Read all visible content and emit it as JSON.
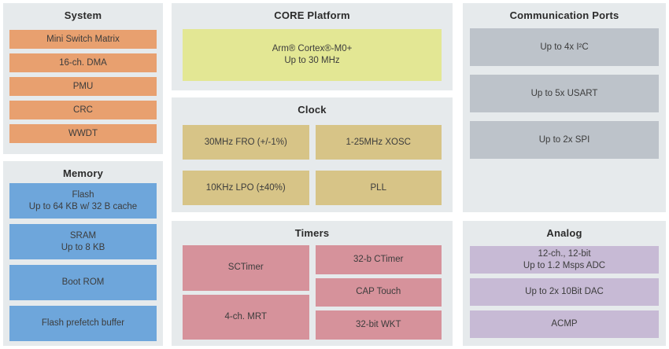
{
  "colors": {
    "panel_bg": "#E6EAEC",
    "system_block": "#E8A06F",
    "memory_block": "#6EA6DB",
    "core_block": "#E3E794",
    "clock_block": "#D7C487",
    "timers_block": "#D6929B",
    "comm_block": "#BDC3CA",
    "analog_block": "#C7BAD5"
  },
  "panels": {
    "system": {
      "title": "System",
      "blocks": [
        {
          "line1": "Mini Switch Matrix"
        },
        {
          "line1": "16-ch. DMA"
        },
        {
          "line1": "PMU"
        },
        {
          "line1": "CRC"
        },
        {
          "line1": "WWDT"
        }
      ]
    },
    "memory": {
      "title": "Memory",
      "blocks": [
        {
          "line1": "Flash",
          "line2": "Up to 64 KB w/ 32 B cache"
        },
        {
          "line1": "SRAM",
          "line2": "Up to 8 KB"
        },
        {
          "line1": "Boot ROM"
        },
        {
          "line1": "Flash prefetch buffer"
        }
      ]
    },
    "core": {
      "title": "CORE Platform",
      "blocks": [
        {
          "line1": "Arm® Cortex®-M0+",
          "line2": "Up to 30 MHz"
        }
      ]
    },
    "clock": {
      "title": "Clock",
      "blocks": [
        {
          "line1": "30MHz FRO (+/-1%)"
        },
        {
          "line1": "1-25MHz XOSC"
        },
        {
          "line1": "10KHz LPO (±40%)"
        },
        {
          "line1": "PLL"
        }
      ]
    },
    "timers": {
      "title": "Timers",
      "left_blocks": [
        {
          "line1": "SCTimer"
        },
        {
          "line1": "4-ch. MRT"
        }
      ],
      "right_blocks": [
        {
          "line1": "32-b CTimer"
        },
        {
          "line1": "CAP Touch"
        },
        {
          "line1": "32-bit WKT"
        }
      ]
    },
    "comm": {
      "title": "Communication Ports",
      "blocks": [
        {
          "line1": "Up to 4x I²C"
        },
        {
          "line1": "Up to 5x USART"
        },
        {
          "line1": "Up to 2x SPI"
        }
      ]
    },
    "analog": {
      "title": "Analog",
      "blocks": [
        {
          "line1": "12-ch., 12-bit",
          "line2": "Up to 1.2 Msps ADC"
        },
        {
          "line1": "Up to 2x 10Bit DAC"
        },
        {
          "line1": "ACMP"
        }
      ]
    }
  }
}
